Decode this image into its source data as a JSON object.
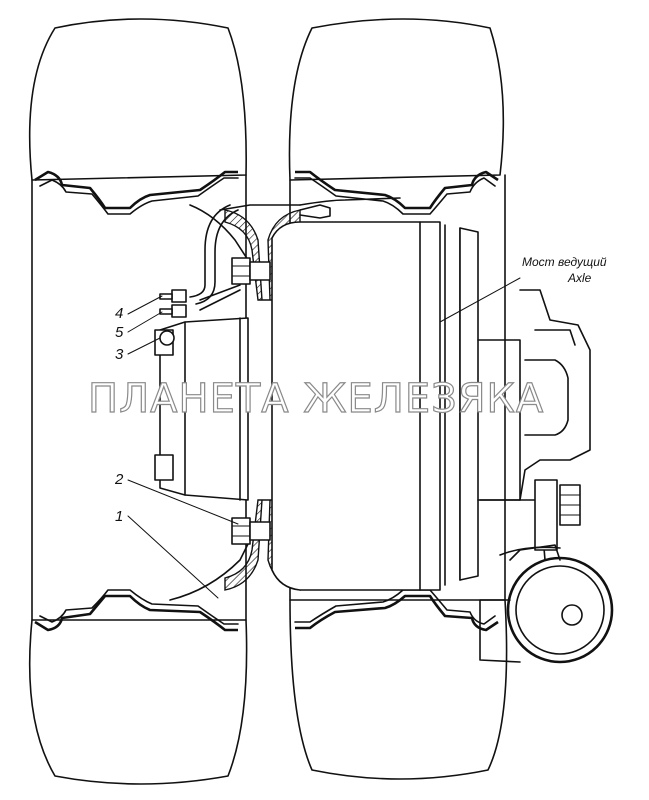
{
  "diagram": {
    "callouts": [
      {
        "id": "4",
        "label": "4"
      },
      {
        "id": "5",
        "label": "5"
      },
      {
        "id": "3",
        "label": "3"
      },
      {
        "id": "2",
        "label": "2"
      },
      {
        "id": "1",
        "label": "1"
      }
    ],
    "axle_label": {
      "line1": "Мост ведущий",
      "line2": "Axle"
    },
    "watermark": "ПЛАНЕТА ЖЕЛЕЗЯКА"
  }
}
